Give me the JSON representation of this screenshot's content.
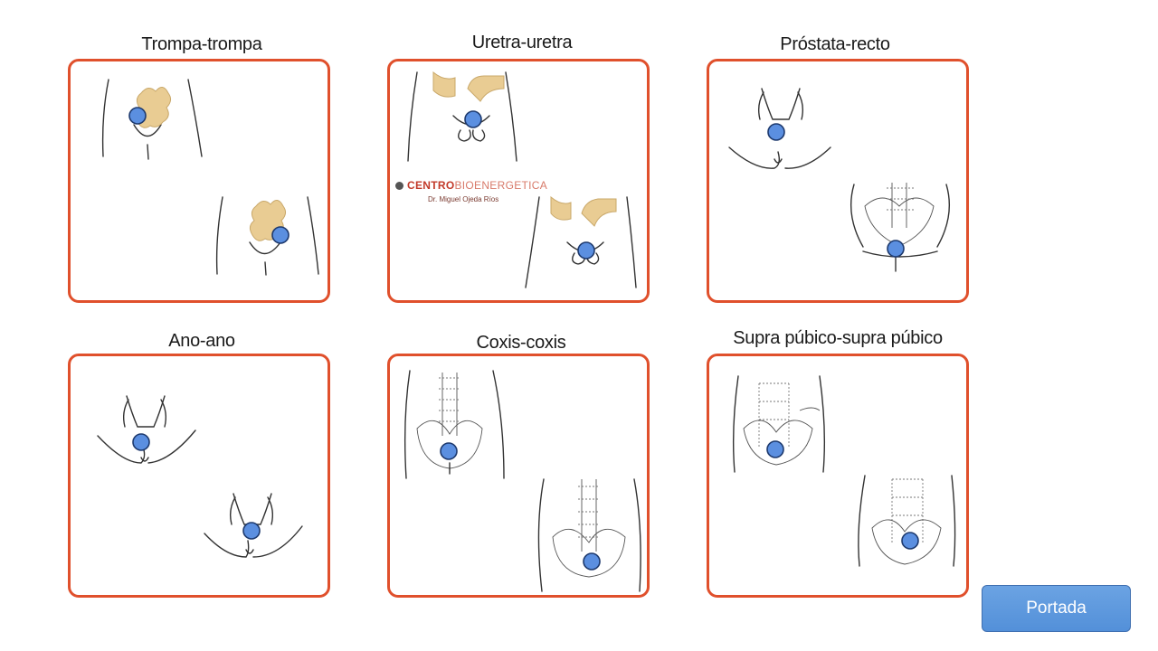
{
  "panels": [
    {
      "title": "Trompa-trompa"
    },
    {
      "title": "Uretra-uretra"
    },
    {
      "title": "Próstata-recto"
    },
    {
      "title": "Ano-ano"
    },
    {
      "title": "Coxis-coxis"
    },
    {
      "title": "Supra púbico-supra púbico"
    }
  ],
  "watermark": {
    "brand_bold": "CENTRO",
    "brand_light": "BIOENERGETICA",
    "doctor": "Dr. Miguel Ojeda Ríos"
  },
  "nav": {
    "portada_label": "Portada"
  },
  "colors": {
    "panel_border": "#e0502c",
    "point_fill": "#5b8fe0",
    "button_fill": "#5b9bd5"
  }
}
